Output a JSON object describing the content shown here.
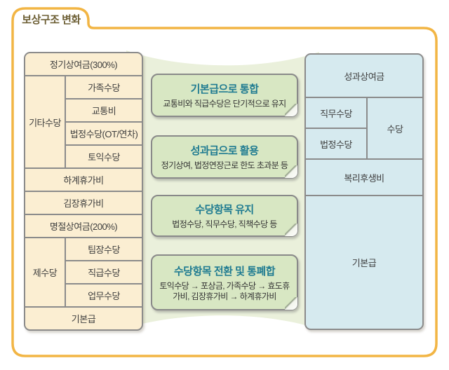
{
  "header": {
    "title": "보상구조 변화"
  },
  "before_table": {
    "cells": [
      {
        "label": "정기상여금(300%)"
      },
      {
        "label": "기타수당"
      },
      {
        "label": "가족수당"
      },
      {
        "label": "교통비"
      },
      {
        "label": "법정수당(OT/연차)"
      },
      {
        "label": "토익수당"
      },
      {
        "label": "하계휴가비"
      },
      {
        "label": "김장휴가비"
      },
      {
        "label": "명절상여금(200%)"
      },
      {
        "label": "제수당"
      },
      {
        "label": "팀장수당"
      },
      {
        "label": "직급수당"
      },
      {
        "label": "업무수당"
      },
      {
        "label": "기본급"
      }
    ]
  },
  "changes": [
    {
      "title": "기본급으로 통합",
      "desc": "교통비와 직급수당은 단기적으로 유지"
    },
    {
      "title": "성과급으로 활용",
      "desc": "정기상여, 법정연장근로 한도 초과분 등"
    },
    {
      "title": "수당항목 유지",
      "desc": "법정수당, 직무수당, 직책수당 등"
    },
    {
      "title": "수당항목 전환 및 통폐합",
      "desc": "토익수당 → 포상금, 가족수당 → 효도휴가비, 김장휴가비 → 하계휴가비"
    }
  ],
  "after_table": {
    "cells": [
      {
        "label": "성과상여금"
      },
      {
        "label": "직무수당"
      },
      {
        "label": "수당"
      },
      {
        "label": "법정수당"
      },
      {
        "label": "복리후생비"
      },
      {
        "label": "기본급"
      }
    ]
  },
  "colors": {
    "frame_border": "#f2b544",
    "title_text": "#6e6036",
    "before_fill": "#fbeed2",
    "after_fill": "#d6eaef",
    "card_fill": "#d8e7c3",
    "card_title": "#1f7b91",
    "table_border": "#8b8b8b",
    "blob_fill": "#eaf0db"
  }
}
